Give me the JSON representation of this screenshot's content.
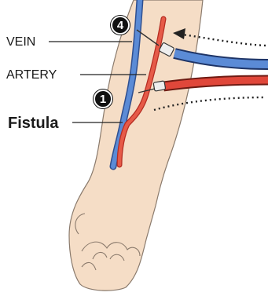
{
  "labels": {
    "vein": "VEIN",
    "artery": "ARTERY",
    "fistula": "Fistula"
  },
  "needles": {
    "venous": "4",
    "arterial": "1"
  },
  "colors": {
    "vein": "#4a78c4",
    "artery": "#e0473a",
    "skin": "#f5ddc6",
    "outline": "#8a7a6c"
  }
}
